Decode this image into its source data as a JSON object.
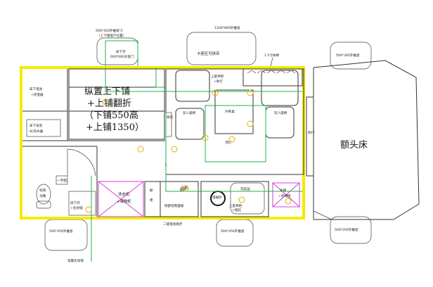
{
  "windows": {
    "top_left": "500*450外推窗*2",
    "top_left_sub": "（上下铺窗户位置）",
    "top_center": "1200*800外推窗",
    "right_top": "500*300外推窗",
    "right_bottom": "500*200外推窗",
    "bottom_left": "500*450外推窗",
    "bottom_center": "500*450外推窗"
  },
  "labels": {
    "skylight_left_a": "床下开",
    "skylight_left_b": "600*600天窗门",
    "seat_bed": "卡座区可拼床",
    "stairs": "1.5寸扶梯",
    "bunk_line1": "纵置上下铺",
    "bunk_line2": "+上铺翻折",
    "bunk_line3": "（下铺550高",
    "bunk_line4": "+上铺1350）",
    "battery_a": "床下电池",
    "battery_b": "+逆变器",
    "heater_a": "床下安装",
    "heater_b": "6L热水器",
    "toilet_a": "标研",
    "toilet_b": "马桶",
    "corner_a": "一字面",
    "makeup_a": "床下开",
    "makeup_b": "+化妆镜",
    "washer_a": "洗衣机",
    "washer_b": "+储物柜",
    "cabinet_a": "橱",
    "cabinet_b": "柜",
    "cutting": "砧板",
    "side_panel": "侧部控制面板",
    "cooker": "电磁炉",
    "sink": "洗菜盆",
    "fridge_a": "冰箱",
    "fridge_b": "+存储柜",
    "range_hood_a": "上部吊柜",
    "range_hood_b": "+烟灶",
    "upper_cab_a": "上部吊柜",
    "upper_cab_b": "+射灯",
    "seat_left": "双人座椅",
    "seat_right": "双人座椅",
    "lift_table": "升降桌",
    "ceiling_light": "顶灯",
    "side_door": "侧门",
    "sofa_mark": "翻折",
    "cab_bed": "额头床",
    "electric_step": "二级电动踏步",
    "wall_mirror": "墙面化妆镜",
    "kitchen_sign": "厨房"
  },
  "colors": {
    "outline": "#f5ea00",
    "power_line": "#22b04a",
    "washer": "#d33fd3",
    "circle_light": "#e0b000"
  }
}
